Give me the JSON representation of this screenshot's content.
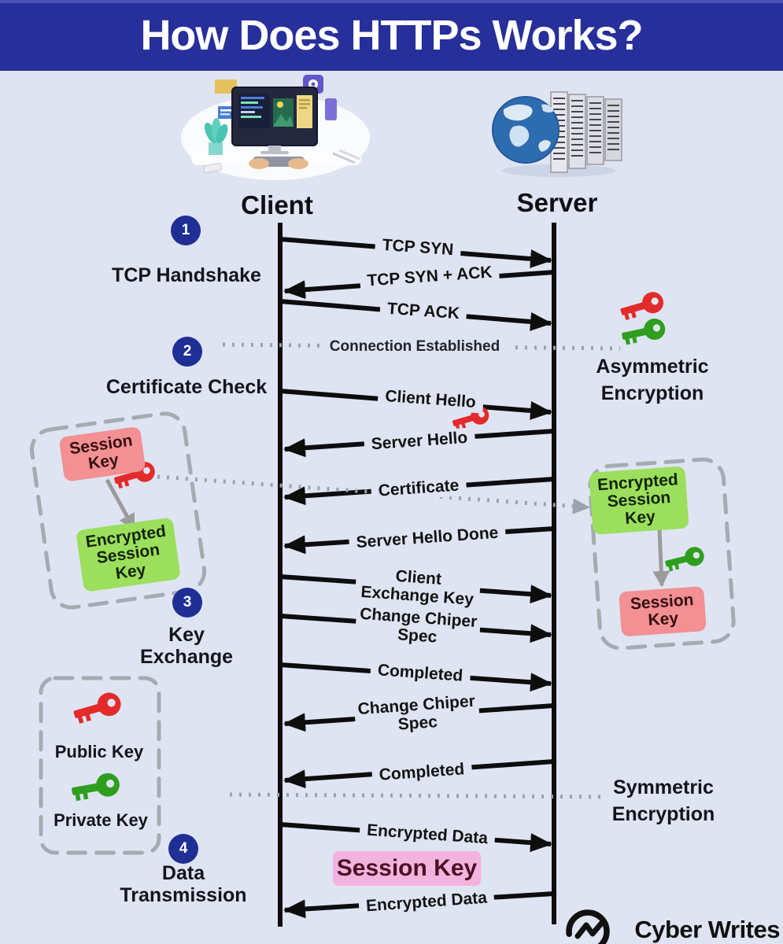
{
  "title": "How Does HTTPs Works?",
  "columns": {
    "client": "Client",
    "server": "Server"
  },
  "steps": [
    {
      "num": "1",
      "label": "TCP Handshake"
    },
    {
      "num": "2",
      "label": "Certificate Check"
    },
    {
      "num": "3",
      "label": "Key Exchange"
    },
    {
      "num": "4",
      "label": "Data Transmission"
    }
  ],
  "messages": [
    {
      "label": "TCP SYN",
      "from": "client",
      "to": "server"
    },
    {
      "label": "TCP SYN + ACK",
      "from": "server",
      "to": "client"
    },
    {
      "label": "TCP ACK",
      "from": "client",
      "to": "server"
    },
    {
      "label": "Client Hello",
      "from": "client",
      "to": "server"
    },
    {
      "label": "Server Hello",
      "from": "server",
      "to": "client"
    },
    {
      "label": "Certificate",
      "from": "server",
      "to": "client"
    },
    {
      "label": "Server Hello Done",
      "from": "server",
      "to": "client"
    },
    {
      "label": "Client Exchange Key",
      "from": "client",
      "to": "server"
    },
    {
      "label": "Change Chiper Spec",
      "from": "client",
      "to": "server"
    },
    {
      "label": "Completed",
      "from": "client",
      "to": "server"
    },
    {
      "label": "Change Chiper Spec",
      "from": "server",
      "to": "client"
    },
    {
      "label": "Completed",
      "from": "server",
      "to": "client"
    },
    {
      "label": "Encrypted Data",
      "from": "client",
      "to": "server"
    },
    {
      "label": "Encrypted Data",
      "from": "server",
      "to": "client"
    }
  ],
  "annotations": {
    "connection_established": "Connection Established",
    "asymmetric_encryption": "Asymmetric Encryption",
    "symmetric_encryption": "Symmetric Encryption",
    "session_key_highlight": "Session Key"
  },
  "key_flow": {
    "left": {
      "top": "Session Key",
      "bottom": "Encrypted Session Key"
    },
    "right": {
      "top": "Encrypted Session Key",
      "bottom": "Session Key"
    }
  },
  "legend": {
    "public_key": "Public Key",
    "private_key": "Private Key"
  },
  "branding": {
    "name": "Cyber Writes"
  },
  "colors": {
    "header": "#272f9a",
    "background": "#dee4f1",
    "badge": "#1f2f96",
    "arrow": "#0d0d0d",
    "dotted": "#9aa2ad",
    "session_key_red": "#f29093",
    "session_key_green": "#9bdf5c",
    "highlight_pink": "#f3b3de",
    "public_key_red": "#e32b2b",
    "private_key_green": "#2f9e1f"
  }
}
